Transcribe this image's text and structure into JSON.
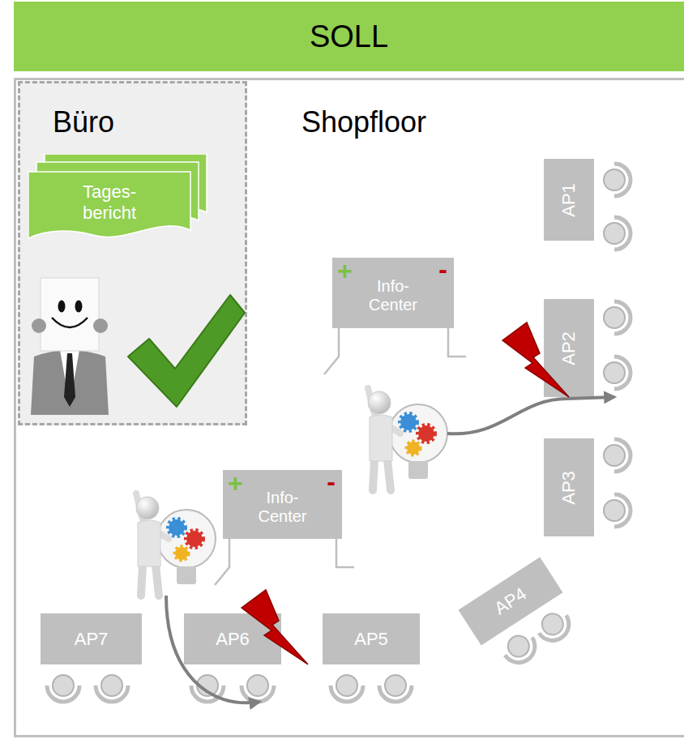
{
  "diagram": {
    "title": "SOLL",
    "nodes": [
      {
        "text": [
          "Büro"
        ]
      },
      {
        "text": [
          "Tages- bericht"
        ],
        "in": 0
      },
      {
        "text": [
          "Shopfloor"
        ]
      },
      {
        "text": [
          "AP1"
        ],
        "in": 2
      },
      {
        "text": [
          "+",
          "Info- Center",
          "-"
        ],
        "in": 2
      },
      {
        "text": [
          "AP2"
        ],
        "in": 2
      },
      {
        "text": [
          "AP3"
        ],
        "in": 2
      },
      {
        "text": [
          "+",
          "Info- Center",
          "-"
        ],
        "in": 2
      },
      {
        "text": [
          "AP4"
        ],
        "in": 2
      },
      {
        "text": [
          "AP7"
        ],
        "in": 2
      },
      {
        "text": [
          "AP6"
        ],
        "in": 2
      },
      {
        "text": [
          "AP5"
        ],
        "in": 2
      }
    ]
  }
}
